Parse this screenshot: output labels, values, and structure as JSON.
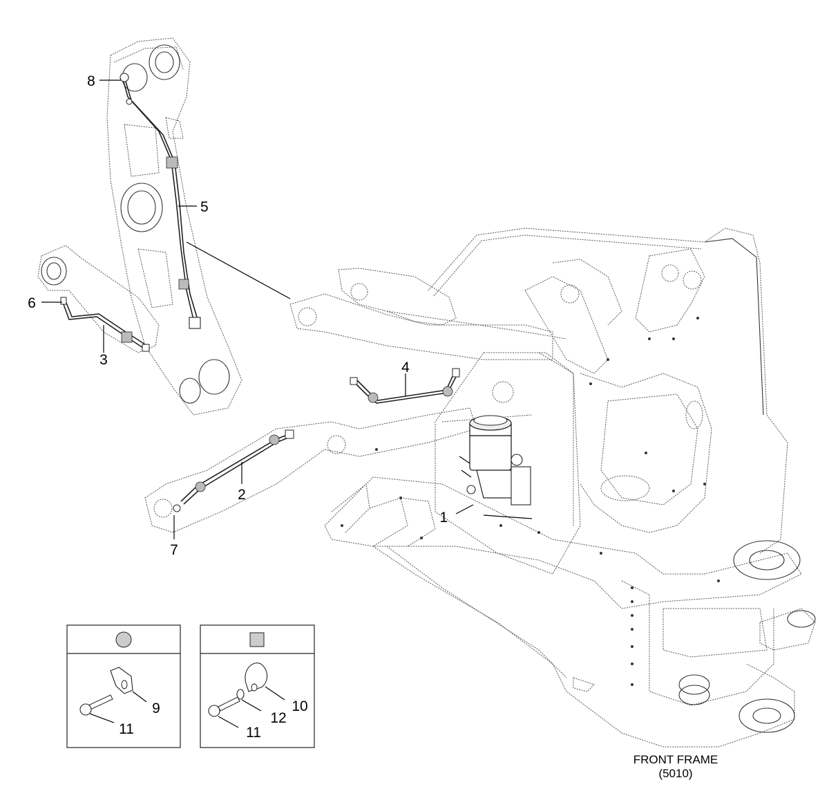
{
  "callouts": [
    {
      "id": "1",
      "label": "1"
    },
    {
      "id": "2",
      "label": "2"
    },
    {
      "id": "3",
      "label": "3"
    },
    {
      "id": "4",
      "label": "4"
    },
    {
      "id": "5",
      "label": "5"
    },
    {
      "id": "6",
      "label": "6"
    },
    {
      "id": "7",
      "label": "7"
    },
    {
      "id": "8",
      "label": "8"
    }
  ],
  "inset_left": {
    "symbol": "round-dot-symbol",
    "labels": {
      "clamp": "9",
      "bolt": "11"
    }
  },
  "inset_right": {
    "symbol": "square-dot-symbol",
    "labels": {
      "clamp": "10",
      "washer": "12",
      "bolt": "11"
    }
  },
  "caption": {
    "line1": "FRONT FRAME",
    "line2": "(5010)"
  }
}
